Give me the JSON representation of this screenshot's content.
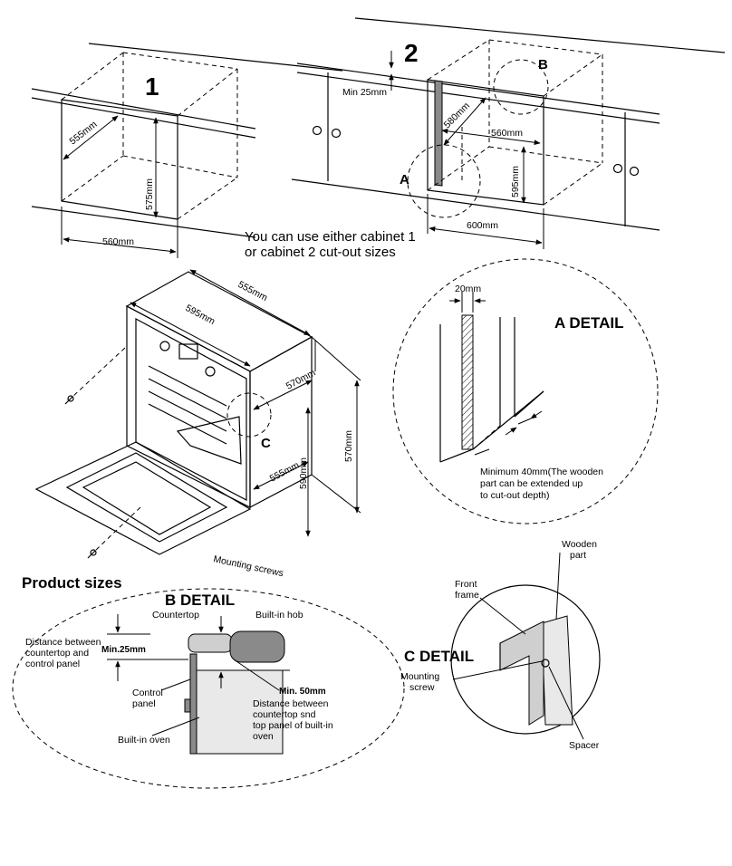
{
  "cabinet1": {
    "number": "1",
    "depth": "555mm",
    "height": "575mm",
    "width": "560mm"
  },
  "cabinet2": {
    "number": "2",
    "min_gap": "Min 25mm",
    "depth": "580mm",
    "inner_width": "560mm",
    "height": "595mm",
    "outer_width": "600mm",
    "callout_a": "A",
    "callout_b": "B"
  },
  "cabinet_note": {
    "line1": "You can use either cabinet 1",
    "line2": "or cabinet 2 cut-out sizes"
  },
  "oven": {
    "depth": "555mm",
    "width": "595mm",
    "front_height": "570mm",
    "side_depth": "555mm",
    "side_height": "590mm",
    "total_height": "570mm",
    "callout_c": "C",
    "mounting_screws": "Mounting screws"
  },
  "a_detail": {
    "title": "A DETAIL",
    "width": "20mm",
    "note_line1": "Minimum 40mm(The wooden",
    "note_line2": "part can be extended up",
    "note_line3": "to cut-out depth)"
  },
  "product_sizes": {
    "heading": "Product sizes"
  },
  "b_detail": {
    "title": "B DETAIL",
    "countertop": "Countertop",
    "builtin_hob": "Built-in hob",
    "distance1_line1": "Distance between",
    "distance1_line2": "countertop and",
    "distance1_line3": "control panel",
    "min25": "Min.25mm",
    "control_panel_line1": "Control",
    "control_panel_line2": "panel",
    "min50": "Min. 50mm",
    "distance2_line1": "Distance between",
    "distance2_line2": "countertop snd",
    "distance2_line3": "top panel of built-in",
    "distance2_line4": "oven",
    "builtin_oven": "Built-in oven"
  },
  "c_detail": {
    "title": "C DETAIL",
    "wooden_line1": "Wooden",
    "wooden_line2": "part",
    "front_line1": "Front",
    "front_line2": "frame",
    "mounting_line1": "Mounting",
    "mounting_line2": "screw",
    "spacer": "Spacer"
  }
}
